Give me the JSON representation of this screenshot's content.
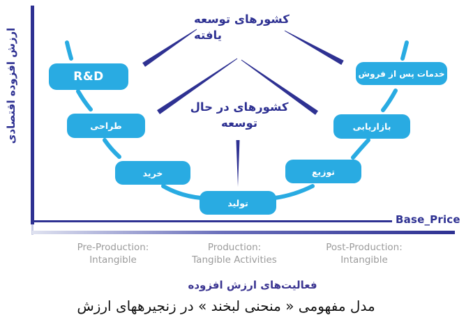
{
  "colors": {
    "navy": "#2E3192",
    "box_blue": "#29ABE2",
    "gray_text": "#9B9B9B",
    "purple_text": "#3B3591",
    "caption_text": "#111111",
    "box_text": "#FFFFFF"
  },
  "y_axis": {
    "label": "ارزش افزوده اقتصادی"
  },
  "country_labels": {
    "developed": {
      "line1": "کشورهای توسعه",
      "line2": "یافته"
    },
    "developing": {
      "line1": "کشورهای در حال",
      "line2": "توسعه"
    }
  },
  "value_chain_boxes": [
    {
      "id": "rnd",
      "label": "R&D"
    },
    {
      "id": "design",
      "label": "طراحی"
    },
    {
      "id": "purchasing",
      "label": "خرید"
    },
    {
      "id": "production",
      "label": "تولید"
    },
    {
      "id": "distribution",
      "label": "توزیع"
    },
    {
      "id": "marketing",
      "label": "بازاریابی"
    },
    {
      "id": "after-sales-services",
      "label": "خدمات پس از فروش"
    }
  ],
  "base_price": {
    "label": "Base_Price"
  },
  "stage_labels": [
    {
      "line1": "Pre-Production:",
      "line2": "Intangible"
    },
    {
      "line1": "Production:",
      "line2": "Tangible Activities"
    },
    {
      "line1": "Post-Production:",
      "line2": "Intangible"
    }
  ],
  "x_axis": {
    "label": "فعالیت‌های ارزش افزوده"
  },
  "caption": "مدل مفهومی « منحنی لبخند » در زنجیرههای ارزش"
}
